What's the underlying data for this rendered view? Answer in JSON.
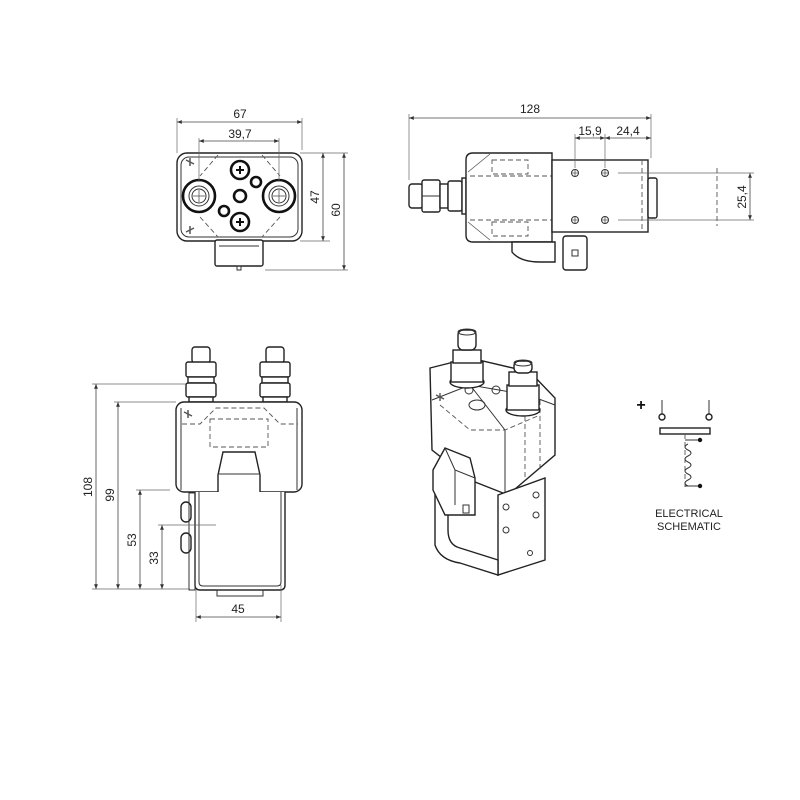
{
  "drawing": {
    "subject": "DC contactor dimensional drawing",
    "units": "mm",
    "colors": {
      "line": "#222222",
      "background": "#ffffff",
      "dimension_text": "#222222"
    }
  },
  "views": {
    "top_view": {
      "dimensions": {
        "overall_width": "67",
        "terminal_spacing": "39,7",
        "body_depth": "47",
        "overall_depth": "60"
      }
    },
    "side_view": {
      "dimensions": {
        "overall_length": "128",
        "hole_spacing_1": "15,9",
        "hole_spacing_2": "24,4",
        "hole_vertical_spacing": "25,4"
      }
    },
    "front_view": {
      "dimensions": {
        "overall_height": "108",
        "body_top_height": "99",
        "body_bottom_height": "53",
        "bracket_hole_height": "33",
        "bracket_width": "45"
      }
    },
    "isometric_view": {},
    "schematic": {
      "polarity_symbol": "+",
      "label_line1": "ELECTRICAL",
      "label_line2": "SCHEMATIC"
    }
  }
}
